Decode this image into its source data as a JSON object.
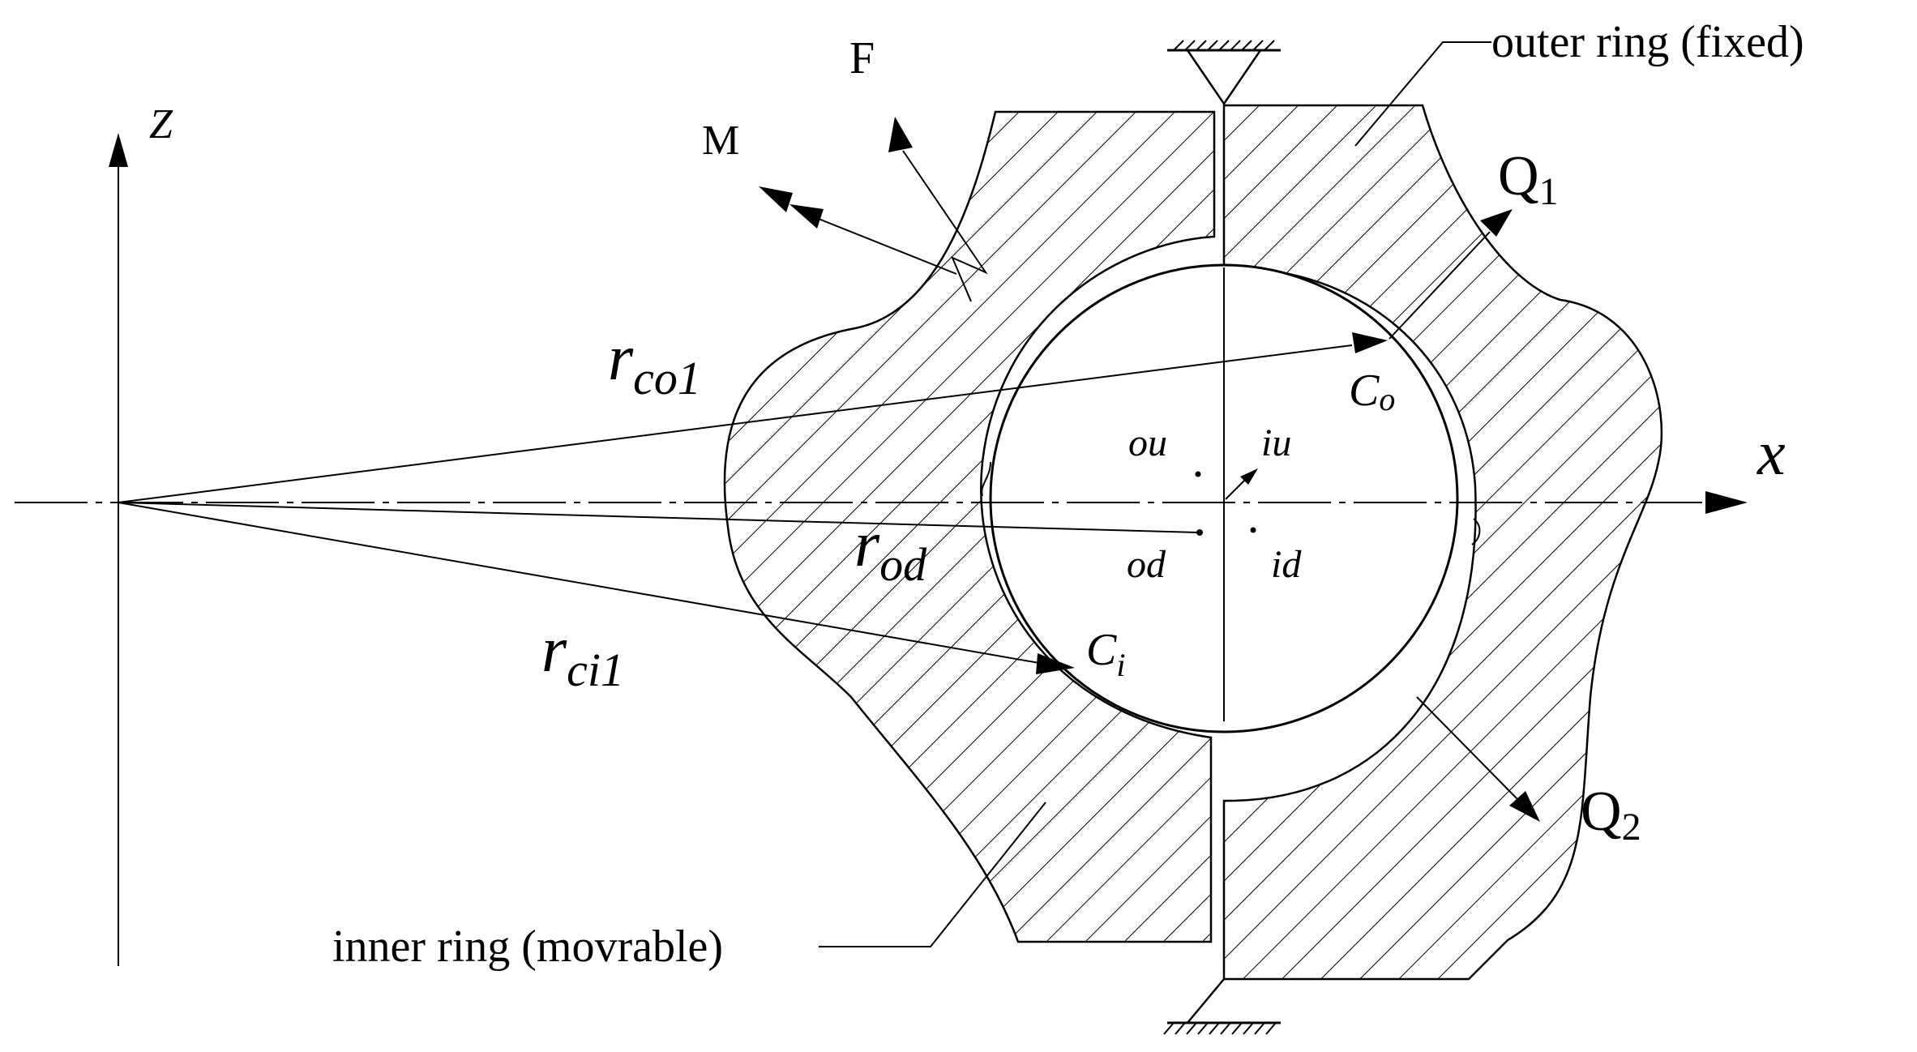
{
  "diagram": {
    "labels": {
      "axis_z": "Z",
      "axis_x": "x",
      "force": "F",
      "moment": "M",
      "load_q1": "Q",
      "load_q1_sub": "1",
      "load_q2": "Q",
      "load_q2_sub": "2",
      "outer_ring": "outer ring (fixed)",
      "inner_ring": "inner ring (movrable)",
      "r_co": "r",
      "r_co_sub": "co1",
      "r_od": "r",
      "r_od_sub": "od",
      "r_ci": "r",
      "r_ci_sub": "ci1",
      "c_o": "C",
      "c_o_sub": "o",
      "c_i": "C",
      "c_i_sub": "i",
      "ou": "ou",
      "iu": "iu",
      "od": "od",
      "id": "id"
    },
    "colors": {
      "stroke": "#000000",
      "background": "#ffffff"
    }
  }
}
